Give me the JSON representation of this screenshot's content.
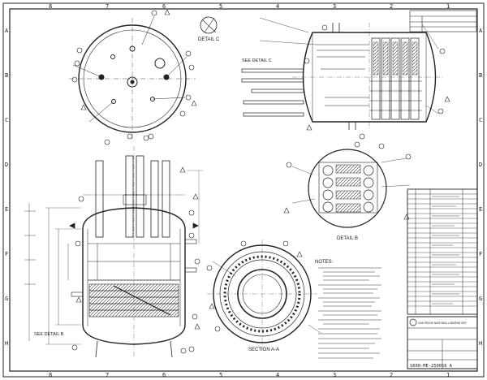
{
  "sheet": {
    "border_letters": [
      "A",
      "B",
      "C",
      "D",
      "E",
      "F",
      "G",
      "H"
    ],
    "border_numbers": [
      "1",
      "2",
      "3",
      "4",
      "5",
      "6",
      "7",
      "8"
    ],
    "ink_color": "#1a1a1a",
    "paper_color": "#ffffff"
  },
  "labels": {
    "detail_c": "DETAIL C",
    "see_detail_c": "SEE DETAIL C",
    "see_detail_b": "SEE DETAIL B",
    "detail_b": "DETAIL B",
    "section_aa": "SECTION A-A",
    "notes": "NOTES:"
  },
  "title_block": {
    "org": "OAK RIDGE NATIONAL LABORATORY",
    "drawing_number": "S600-ME-250056 A"
  }
}
